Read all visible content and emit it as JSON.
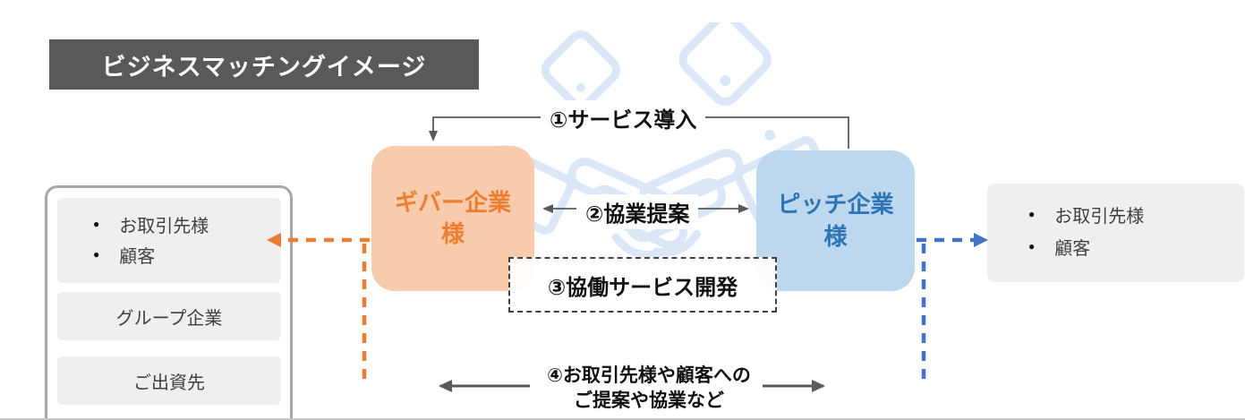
{
  "title": "ビジネスマッチングイメージ",
  "colors": {
    "title_bg": "#595959",
    "giver_fill": "#F8CBAD",
    "giver_text": "#ED7D31",
    "pitch_fill": "#BDD7EE",
    "pitch_text": "#2E75B6",
    "gray_box": "#EFEFEF",
    "panel_border": "#A6A6A6",
    "arrow_gray": "#595959",
    "dash_orange": "#ED7D31",
    "dash_blue": "#4472C4",
    "watermark": "#CCDCF4"
  },
  "entities": {
    "giver": {
      "label": "ギバー企業\n様"
    },
    "pitch": {
      "label": "ピッチ企業\n様"
    }
  },
  "left_panel": {
    "partners": {
      "items": [
        "お取引先様",
        "顧客"
      ]
    },
    "group": "グループ企業",
    "investees": "ご出資先"
  },
  "right_panel": {
    "items": [
      "お取引先様",
      "顧客"
    ]
  },
  "flows": {
    "step1": "①サービス導入",
    "step2": "②協業提案",
    "step3": "③協働サービス開発",
    "step4": "④お取引先様や顧客への\nご提案や協業など"
  }
}
